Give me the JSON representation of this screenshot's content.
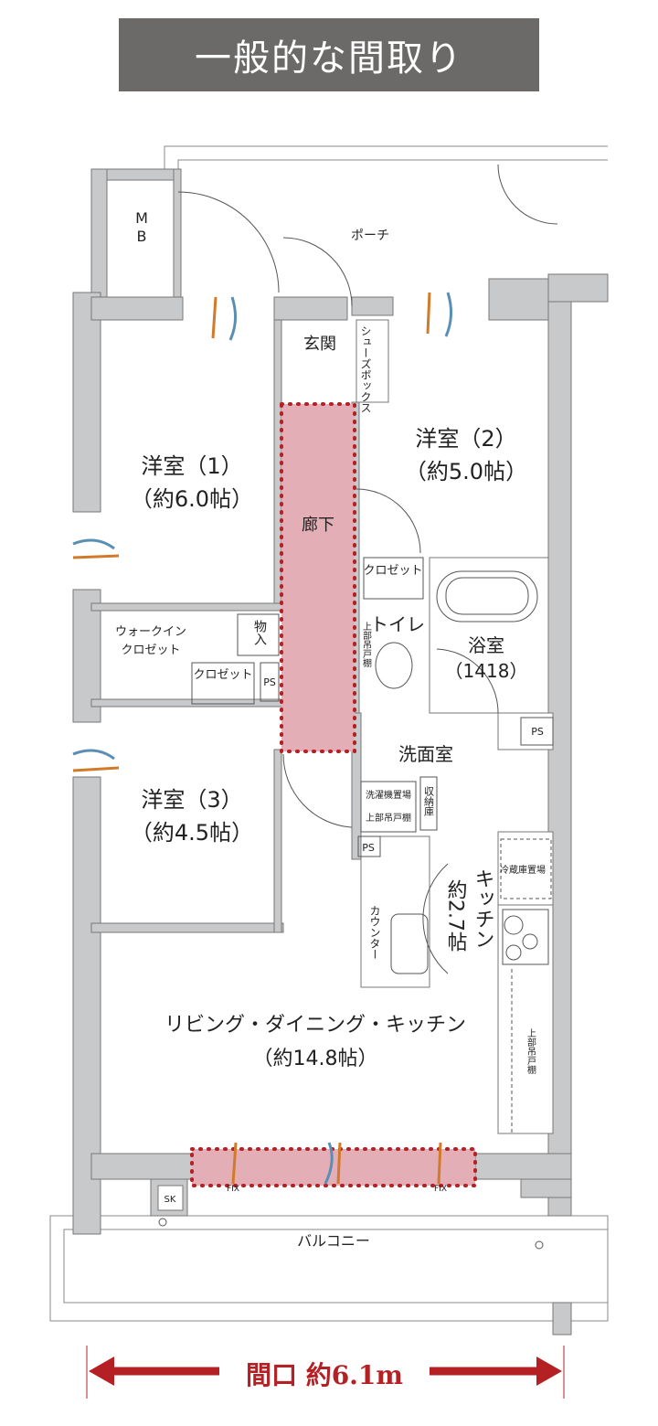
{
  "title": "一般的な間取り",
  "colors": {
    "title_bg": "#6b6a69",
    "wall": "#c8c9ca",
    "highlight": "#e3aeb6",
    "highlight_dots": "#b52025",
    "dimension": "#b52025"
  },
  "rooms": {
    "porch": "ポーチ",
    "mb_1": "M",
    "mb_2": "B",
    "entrance": "玄関",
    "shoe_box": "シューズボックス",
    "room1": "洋室（1）",
    "room1_size": "（約6.0帖）",
    "room2": "洋室（2）",
    "room2_size": "（約5.0帖）",
    "hallway": "廊下",
    "closet_room2": "クロゼット",
    "toilet": "トイレ",
    "toilet_shelf": "上部吊戸棚",
    "bath": "浴室",
    "bath_size": "（1418）",
    "walkin_1": "ウォークイン",
    "walkin_2": "クロゼット",
    "storage": "物入",
    "closet_room3": "クロゼット",
    "ps1": "PS",
    "ps2": "PS",
    "ps3": "PS",
    "washroom": "洗面室",
    "washer": "洗濯機置場",
    "washer_shelf": "上部吊戸棚",
    "storage_room": "収納庫",
    "fridge": "冷蔵庫置場",
    "room3": "洋室（3）",
    "room3_size": "（約4.5帖）",
    "counter": "カウンター",
    "kitchen_size": "約2.7帖",
    "kitchen": "キッチン",
    "ldk": "リビング・ダイニング・キッチン",
    "ldk_size": "（約14.8帖）",
    "kitchen_shelf": "上部吊戸棚",
    "fix1": "FIX",
    "fix2": "FIX",
    "sk": "SK",
    "balcony": "バルコニー"
  },
  "dimension": {
    "label": "間口 約6.1m"
  }
}
